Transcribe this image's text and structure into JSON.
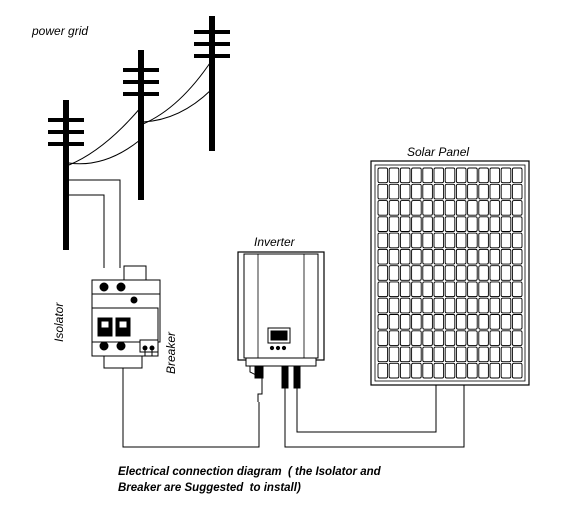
{
  "labels": {
    "power_grid": "power grid",
    "solar_panel": "Solar Panel",
    "inverter": "Inverter",
    "isolator": "Isolator",
    "breaker": "Breaker"
  },
  "caption": {
    "line1": "Electrical connection diagram  ( the Isolator and",
    "line2": "Breaker are Suggested  to install)"
  },
  "solar_panel": {
    "columns": 13,
    "rows": 13
  },
  "colors": {
    "stroke": "#000000",
    "background": "#ffffff"
  }
}
